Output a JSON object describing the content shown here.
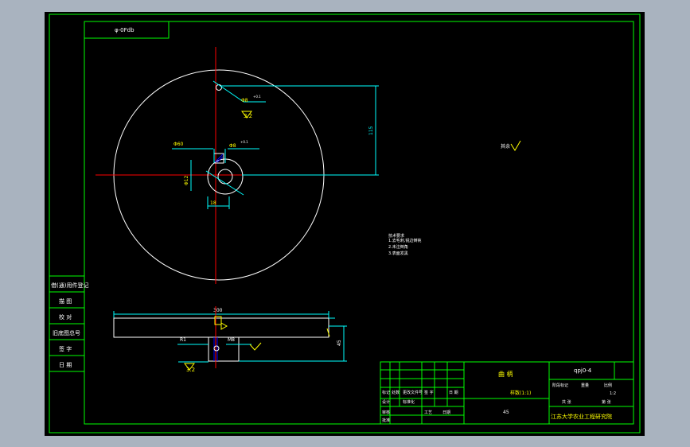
{
  "drawing_code_box": "φ-0Fdb",
  "side_labels": [
    "借(通)用件登记",
    "描 图",
    "校 对",
    "旧底图总号",
    "签 字",
    "日 期"
  ],
  "front_view": {
    "tolerance_labels": [
      "Φ60",
      "Φ8",
      "Φ8",
      "Φ12",
      "18"
    ],
    "tolerance_superscripts": [
      "+0.1",
      "+0.1"
    ],
    "roughness": [
      "3.2"
    ],
    "height_dim": "115"
  },
  "side_view": {
    "width_dim": "300",
    "radius_label": "R1",
    "thread_label": "M8",
    "height_dim": "45",
    "roughness": "3.2"
  },
  "global_roughness_label": "其余",
  "tech_requirements": [
    "技术要求",
    "1.去毛刺,锐边倒钝",
    "2.未注倒角",
    "3.表面发黑"
  ],
  "title_block": {
    "part_name": "曲 柄",
    "drawing_number": "qpj0-4",
    "scale_label": "样数(1:1)",
    "material": "45",
    "institute": "江苏大学农业工程研究院",
    "row_labels": [
      "标记",
      "处数",
      "更改文件号",
      "签 字",
      "日 期"
    ],
    "stage_labels": [
      "阶段标记",
      "重量",
      "比例"
    ],
    "scale_value": "1:2",
    "sheet_labels": [
      "共 张",
      "第 张"
    ],
    "design_label": "设计",
    "check_label": "审核",
    "approve_label": "批准",
    "process_label": "工艺",
    "std_label": "标准化",
    "date_label": "日期"
  },
  "colors": {
    "outline": "#ffffff",
    "frame": "#00ff00",
    "dimension": "#00ffff",
    "center": "#ff0000",
    "text": "#ffff00",
    "hatch": "#0000ff",
    "background": "#000000"
  }
}
